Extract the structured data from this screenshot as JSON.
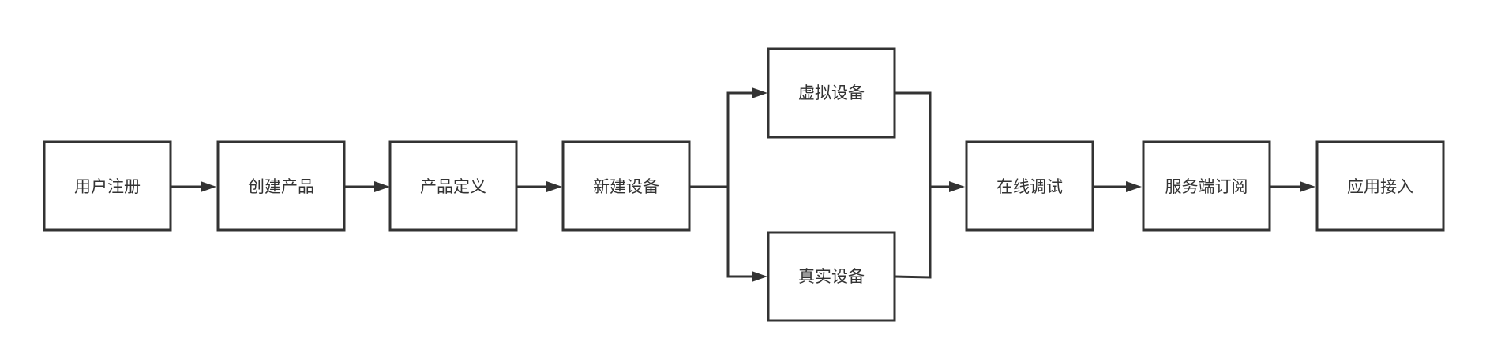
{
  "diagram": {
    "nodes": {
      "user_register": "用户注册",
      "create_product": "创建产品",
      "product_definition": "产品定义",
      "new_device": "新建设备",
      "virtual_device": "虚拟设备",
      "real_device": "真实设备",
      "online_debug": "在线调试",
      "server_subscription": "服务端订阅",
      "app_access": "应用接入"
    },
    "colors": {
      "stroke": "#333333",
      "text": "#333333",
      "background": "#ffffff"
    }
  }
}
